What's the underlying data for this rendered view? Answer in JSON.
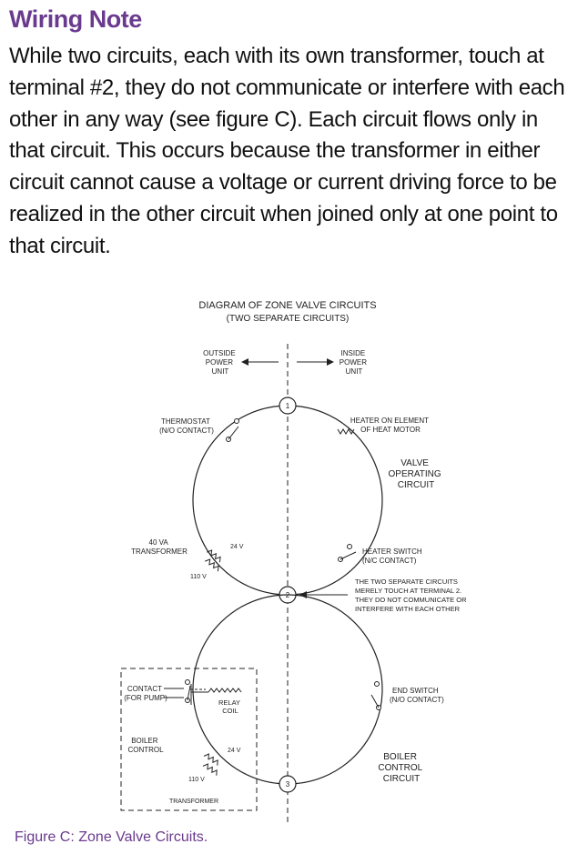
{
  "heading": "Wiring Note",
  "paragraph_lines": [
    "While two circuits, each with its own transformer, touch at",
    "terminal #2, they do not communicate or interfere with each",
    "other in any way (see figure C).  Each circuit flows only in",
    "that circuit. This occurs because the transformer in either",
    "circuit cannot cause a voltage or current driving force to be",
    "realized in the other circuit when joined only at one point to",
    "that circuit."
  ],
  "colors": {
    "accent": "#6a3a8e",
    "line": "#222222"
  },
  "diagram": {
    "title": "DIAGRAM OF ZONE VALVE CIRCUITS",
    "subtitle": "(TWO SEPARATE CIRCUITS)",
    "outside": [
      "OUTSIDE",
      "POWER",
      "UNIT"
    ],
    "inside": [
      "INSIDE",
      "POWER",
      "UNIT"
    ],
    "terminals": [
      "1",
      "2",
      "3"
    ],
    "thermostat": [
      "THERMOSTAT",
      "(N/O CONTACT)"
    ],
    "heater_element": [
      "HEATER ON ELEMENT",
      "OF HEAT MOTOR"
    ],
    "valve_circuit": [
      "VALVE",
      "OPERATING",
      "CIRCUIT"
    ],
    "transformer_va": [
      "40 VA",
      "TRANSFORMER"
    ],
    "upper_24v": "24 V",
    "upper_110v": "110 V",
    "heater_switch": [
      "HEATER SWITCH",
      "(N/C CONTACT)"
    ],
    "note": [
      "THE TWO SEPARATE CIRCUITS",
      "MERELY TOUCH AT TERMINAL 2.",
      "THEY DO NOT COMMUNICATE OR",
      "INTERFERE WITH EACH OTHER"
    ],
    "contact": [
      "CONTACT",
      "(FOR PUMP)"
    ],
    "relay_coil": [
      "RELAY",
      "COIL"
    ],
    "end_switch": [
      "END SWITCH",
      "(N/O CONTACT)"
    ],
    "boiler_control_left": [
      "BOILER",
      "CONTROL"
    ],
    "lower_24v": "24 V",
    "lower_110v": "110 V",
    "transformer": "TRANSFORMER",
    "boiler_circuit": [
      "BOILER",
      "CONTROL",
      "CIRCUIT"
    ]
  },
  "caption": "Figure C:  Zone Valve Circuits."
}
